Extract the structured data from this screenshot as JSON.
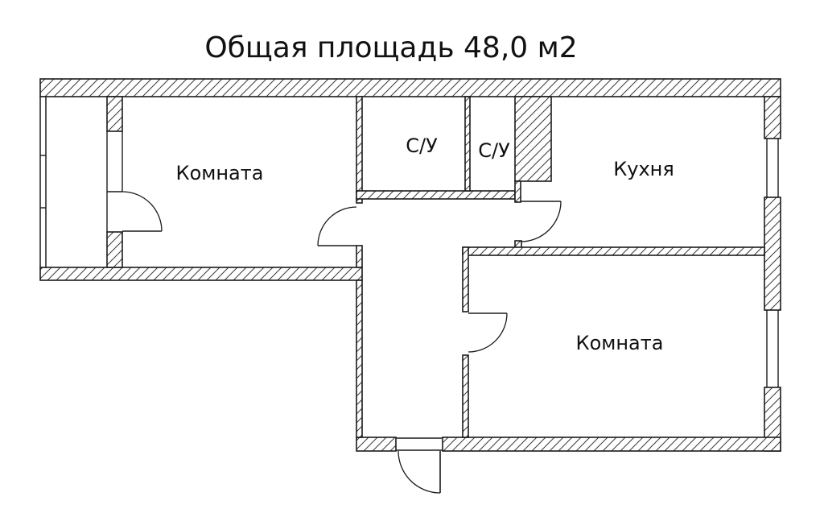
{
  "title": "Общая площадь 48,0 м2",
  "plan": {
    "room_left_label": "Комната",
    "wc1_label": "С/У",
    "wc2_label": "С/У",
    "kitchen_label": "Кухня",
    "room_right_label": "Комната"
  },
  "colors": {
    "line": "#1a1a1a",
    "hatch": "#3a3a3a",
    "background": "#ffffff"
  }
}
